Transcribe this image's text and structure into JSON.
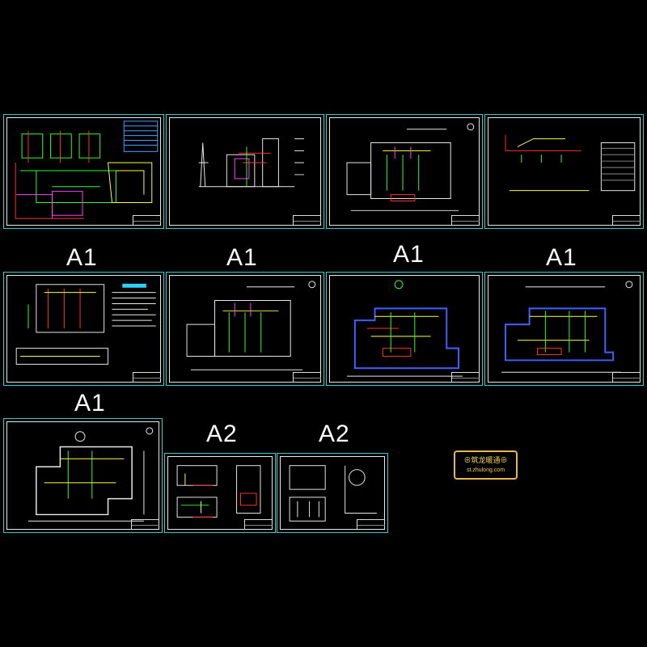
{
  "labels": {
    "row2": [
      "A1",
      "A1",
      "A1",
      "A1"
    ],
    "row3": [
      "A1",
      "A2",
      "A2"
    ]
  },
  "watermark": {
    "line1": "⊕筑龙暖通⊕",
    "line2": "st.zhulong.com"
  },
  "colors": {
    "background": "#000000",
    "frame": "#2fd0d0",
    "line": "#e8e8e8",
    "accent_red": "#ff3030",
    "accent_green": "#30ff30",
    "accent_yellow": "#ffff40",
    "accent_magenta": "#ff40ff",
    "accent_blue": "#4060ff",
    "watermark": "#e6b84a"
  }
}
